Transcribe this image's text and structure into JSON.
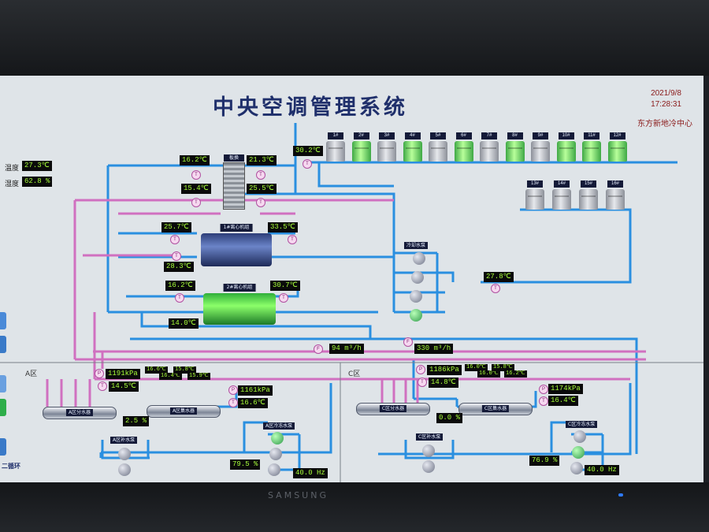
{
  "app": {
    "title": "中央空调管理系统",
    "date": "2021/9/8",
    "time": "17:28:31",
    "org": "东方新地冷中心"
  },
  "outdoor": {
    "temp_label": "温度",
    "temp": "27.3℃",
    "hum_label": "湿度",
    "hum": "62.8 %"
  },
  "plate_hx": {
    "label": "板换",
    "t_in_top": "16.2℃",
    "t_out_top": "21.3℃",
    "t_in_bot": "15.4℃",
    "t_out_bot": "25.5℃"
  },
  "chiller1": {
    "label": "1#离心机组",
    "t_evap_in": "25.7℃",
    "t_evap_out": "28.3℃",
    "t_cond": "33.5℃"
  },
  "chiller2": {
    "label": "2#离心机组",
    "t_evap_in": "16.2℃",
    "t_evap_out": "14.0℃",
    "t_cond": "30.7℃"
  },
  "cooling_tower": {
    "supply_temp": "30.2℃",
    "return_temp": "27.8℃",
    "row1": [
      "1#",
      "2#",
      "3#",
      "4#",
      "5#",
      "6#",
      "7#",
      "8#",
      "9#",
      "10#",
      "11#",
      "12#"
    ],
    "row1_state": [
      "grey",
      "green",
      "grey",
      "green",
      "grey",
      "green",
      "grey",
      "green",
      "grey",
      "green",
      "green",
      "green"
    ],
    "row2": [
      "13#",
      "14#",
      "15#",
      "16#"
    ],
    "row2_state": [
      "grey",
      "grey",
      "grey",
      "grey"
    ]
  },
  "cw_pump": {
    "label": "冷却水泵"
  },
  "main_flow": {
    "flow1": "94 m³/h",
    "flow2": "330 m³/h"
  },
  "zone_a": {
    "label": "A区",
    "pressure1": "1191kPa",
    "temp1": "14.5℃",
    "pressure2": "1161kPa",
    "temp2": "16.6℃",
    "branch_temps": [
      "16.6℃",
      "16.4℃",
      "15.8℃",
      "15.9℃"
    ],
    "valve": "2.5 %",
    "manifold_supply": "A区分水器",
    "manifold_return": "A区集水器",
    "pump_label": "A区冷冻水泵",
    "pump2_label": "A区补水泵",
    "freq": "40.0 Hz",
    "pct": "79.5 %"
  },
  "zone_c": {
    "label": "C区",
    "pressure1": "1186kPa",
    "temp1": "14.8℃",
    "pressure2": "1174kPa",
    "temp2": "16.4℃",
    "branch_temps": [
      "16.0℃",
      "16.0℃",
      "15.8℃",
      "16.2℃"
    ],
    "valve": "0.0 %",
    "manifold_supply": "C区分水器",
    "manifold_return": "C区集水器",
    "pump_label": "C区冷冻水泵",
    "pump2_label": "C区补水泵",
    "freq": "40.0 Hz",
    "pct": "76.9 %"
  },
  "nav": {
    "loop": "二循环"
  },
  "bezel": {
    "brand": "SAMSUNG"
  },
  "colors": {
    "pipe_supply": "#2a8fe0",
    "pipe_return": "#d070c0",
    "value_text": "#a8ff3a",
    "title": "#1f2f6b"
  }
}
